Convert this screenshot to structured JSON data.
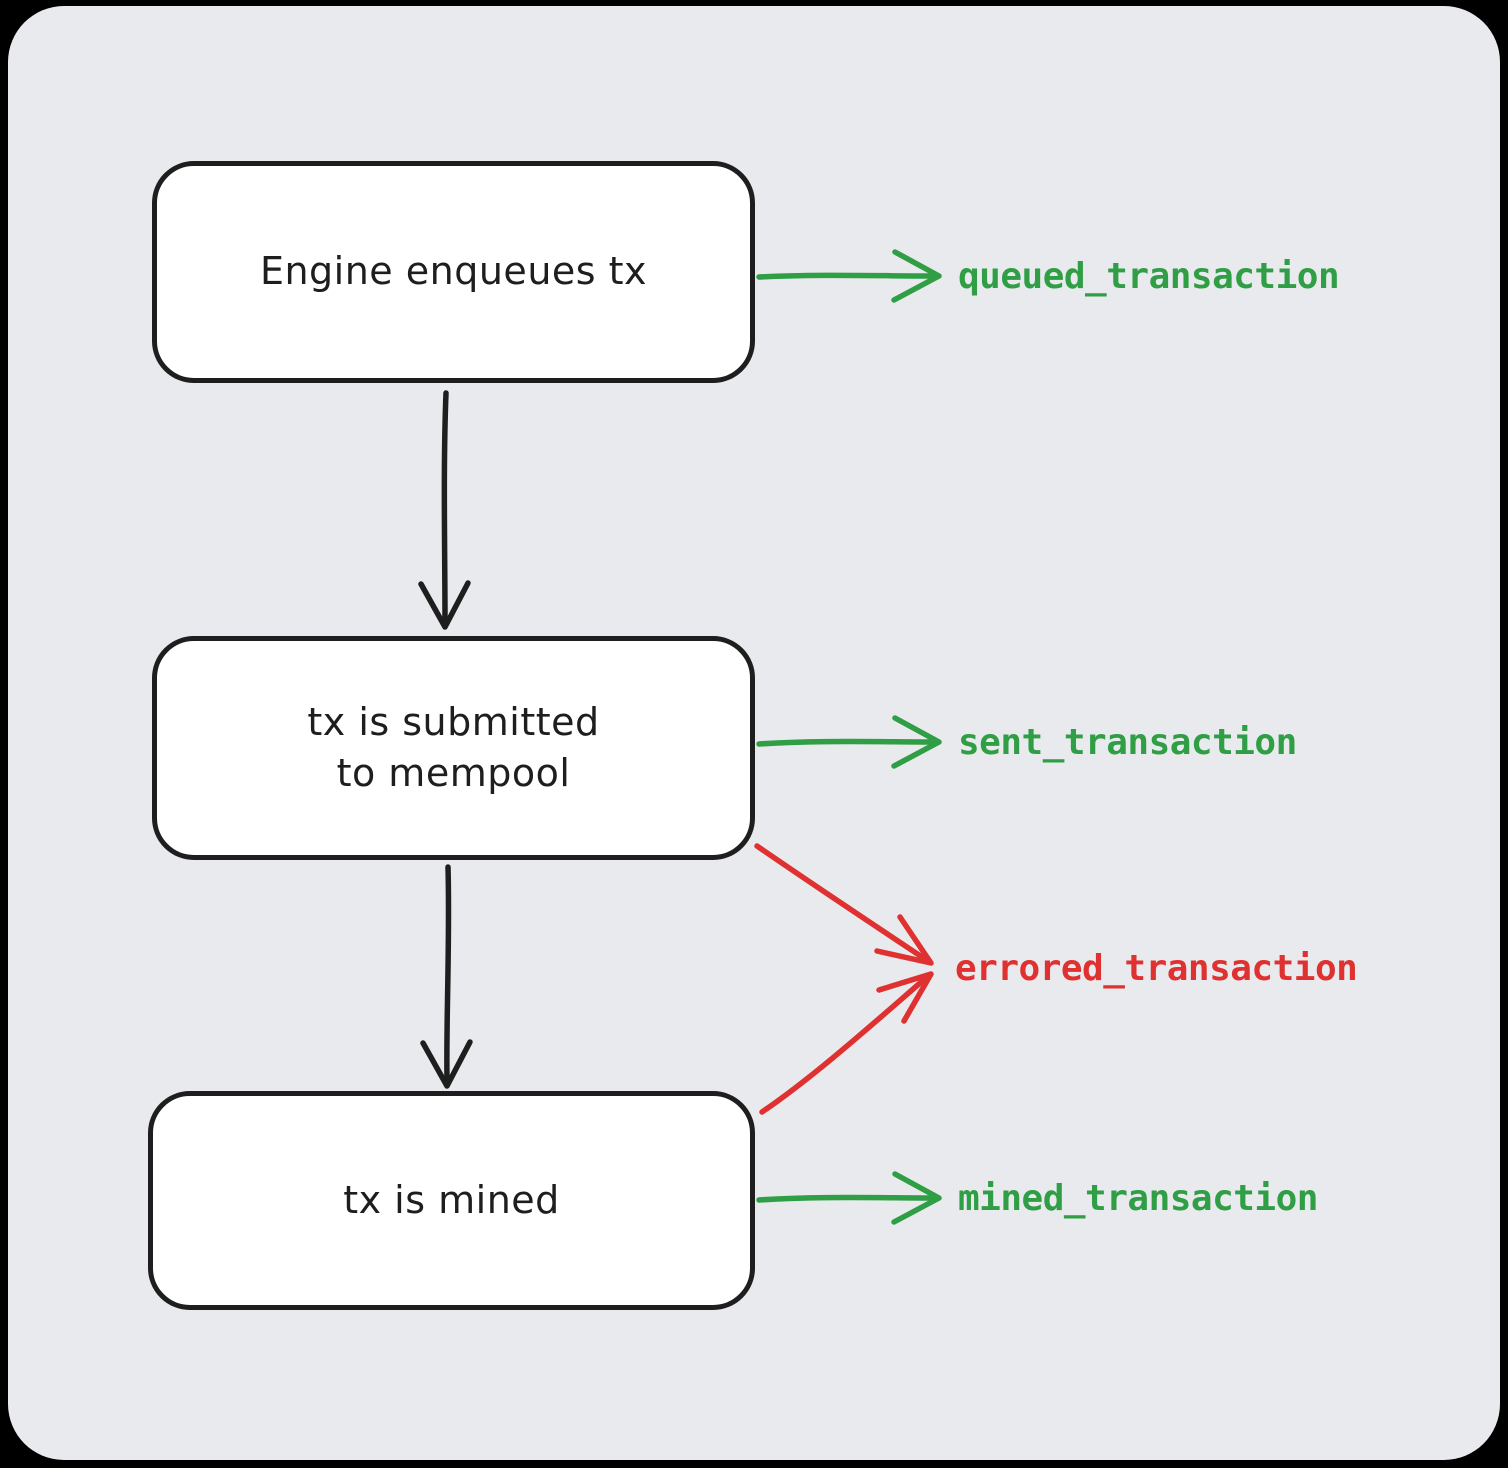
{
  "colors": {
    "outer_background": "#000000",
    "canvas_background": "#e9eaee",
    "node_fill": "#ffffff",
    "stroke": "#1e1e1e",
    "green": "#2f9e44",
    "red": "#e03131"
  },
  "nodes": [
    {
      "label": "Engine enqueues tx"
    },
    {
      "label": "tx is submitted\nto mempool"
    },
    {
      "label": "tx is mined"
    }
  ],
  "events": [
    {
      "label": "queued_transaction",
      "color": "#2f9e44"
    },
    {
      "label": "sent_transaction",
      "color": "#2f9e44"
    },
    {
      "label": "errored_transaction",
      "color": "#e03131"
    },
    {
      "label": "mined_transaction",
      "color": "#2f9e44"
    }
  ]
}
